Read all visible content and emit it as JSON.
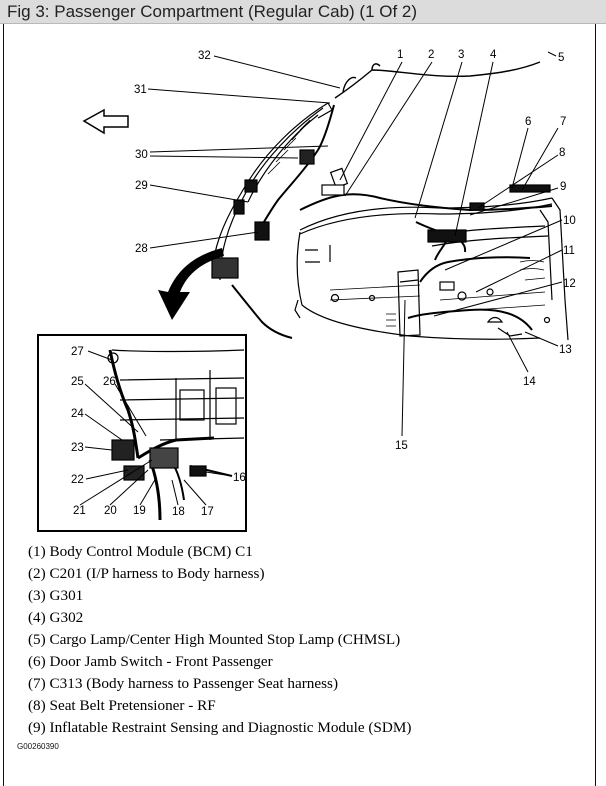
{
  "title": "Fig 3: Passenger Compartment (Regular Cab) (1 Of 2)",
  "callouts": [
    "1",
    "2",
    "3",
    "4",
    "5",
    "6",
    "7",
    "8",
    "9",
    "10",
    "11",
    "12",
    "13",
    "14",
    "15",
    "16",
    "17",
    "18",
    "19",
    "20",
    "21",
    "22",
    "23",
    "24",
    "25",
    "26",
    "27",
    "28",
    "29",
    "30",
    "31",
    "32"
  ],
  "legend": [
    "(1) Body Control Module (BCM) C1",
    "(2) C201 (I/P harness to Body harness)",
    "(3) G301",
    "(4) G302",
    "(5) Cargo Lamp/Center High Mounted Stop Lamp (CHMSL)",
    "(6) Door Jamb Switch - Front Passenger",
    "(7) C313 (Body harness to Passenger Seat harness)",
    "(8) Seat Belt Pretensioner - RF",
    "(9) Inflatable Restraint Sensing and Diagnostic Module (SDM)"
  ],
  "figure_code": "G00260390",
  "icons": {
    "direction_arrow": "left-arrow-icon"
  }
}
